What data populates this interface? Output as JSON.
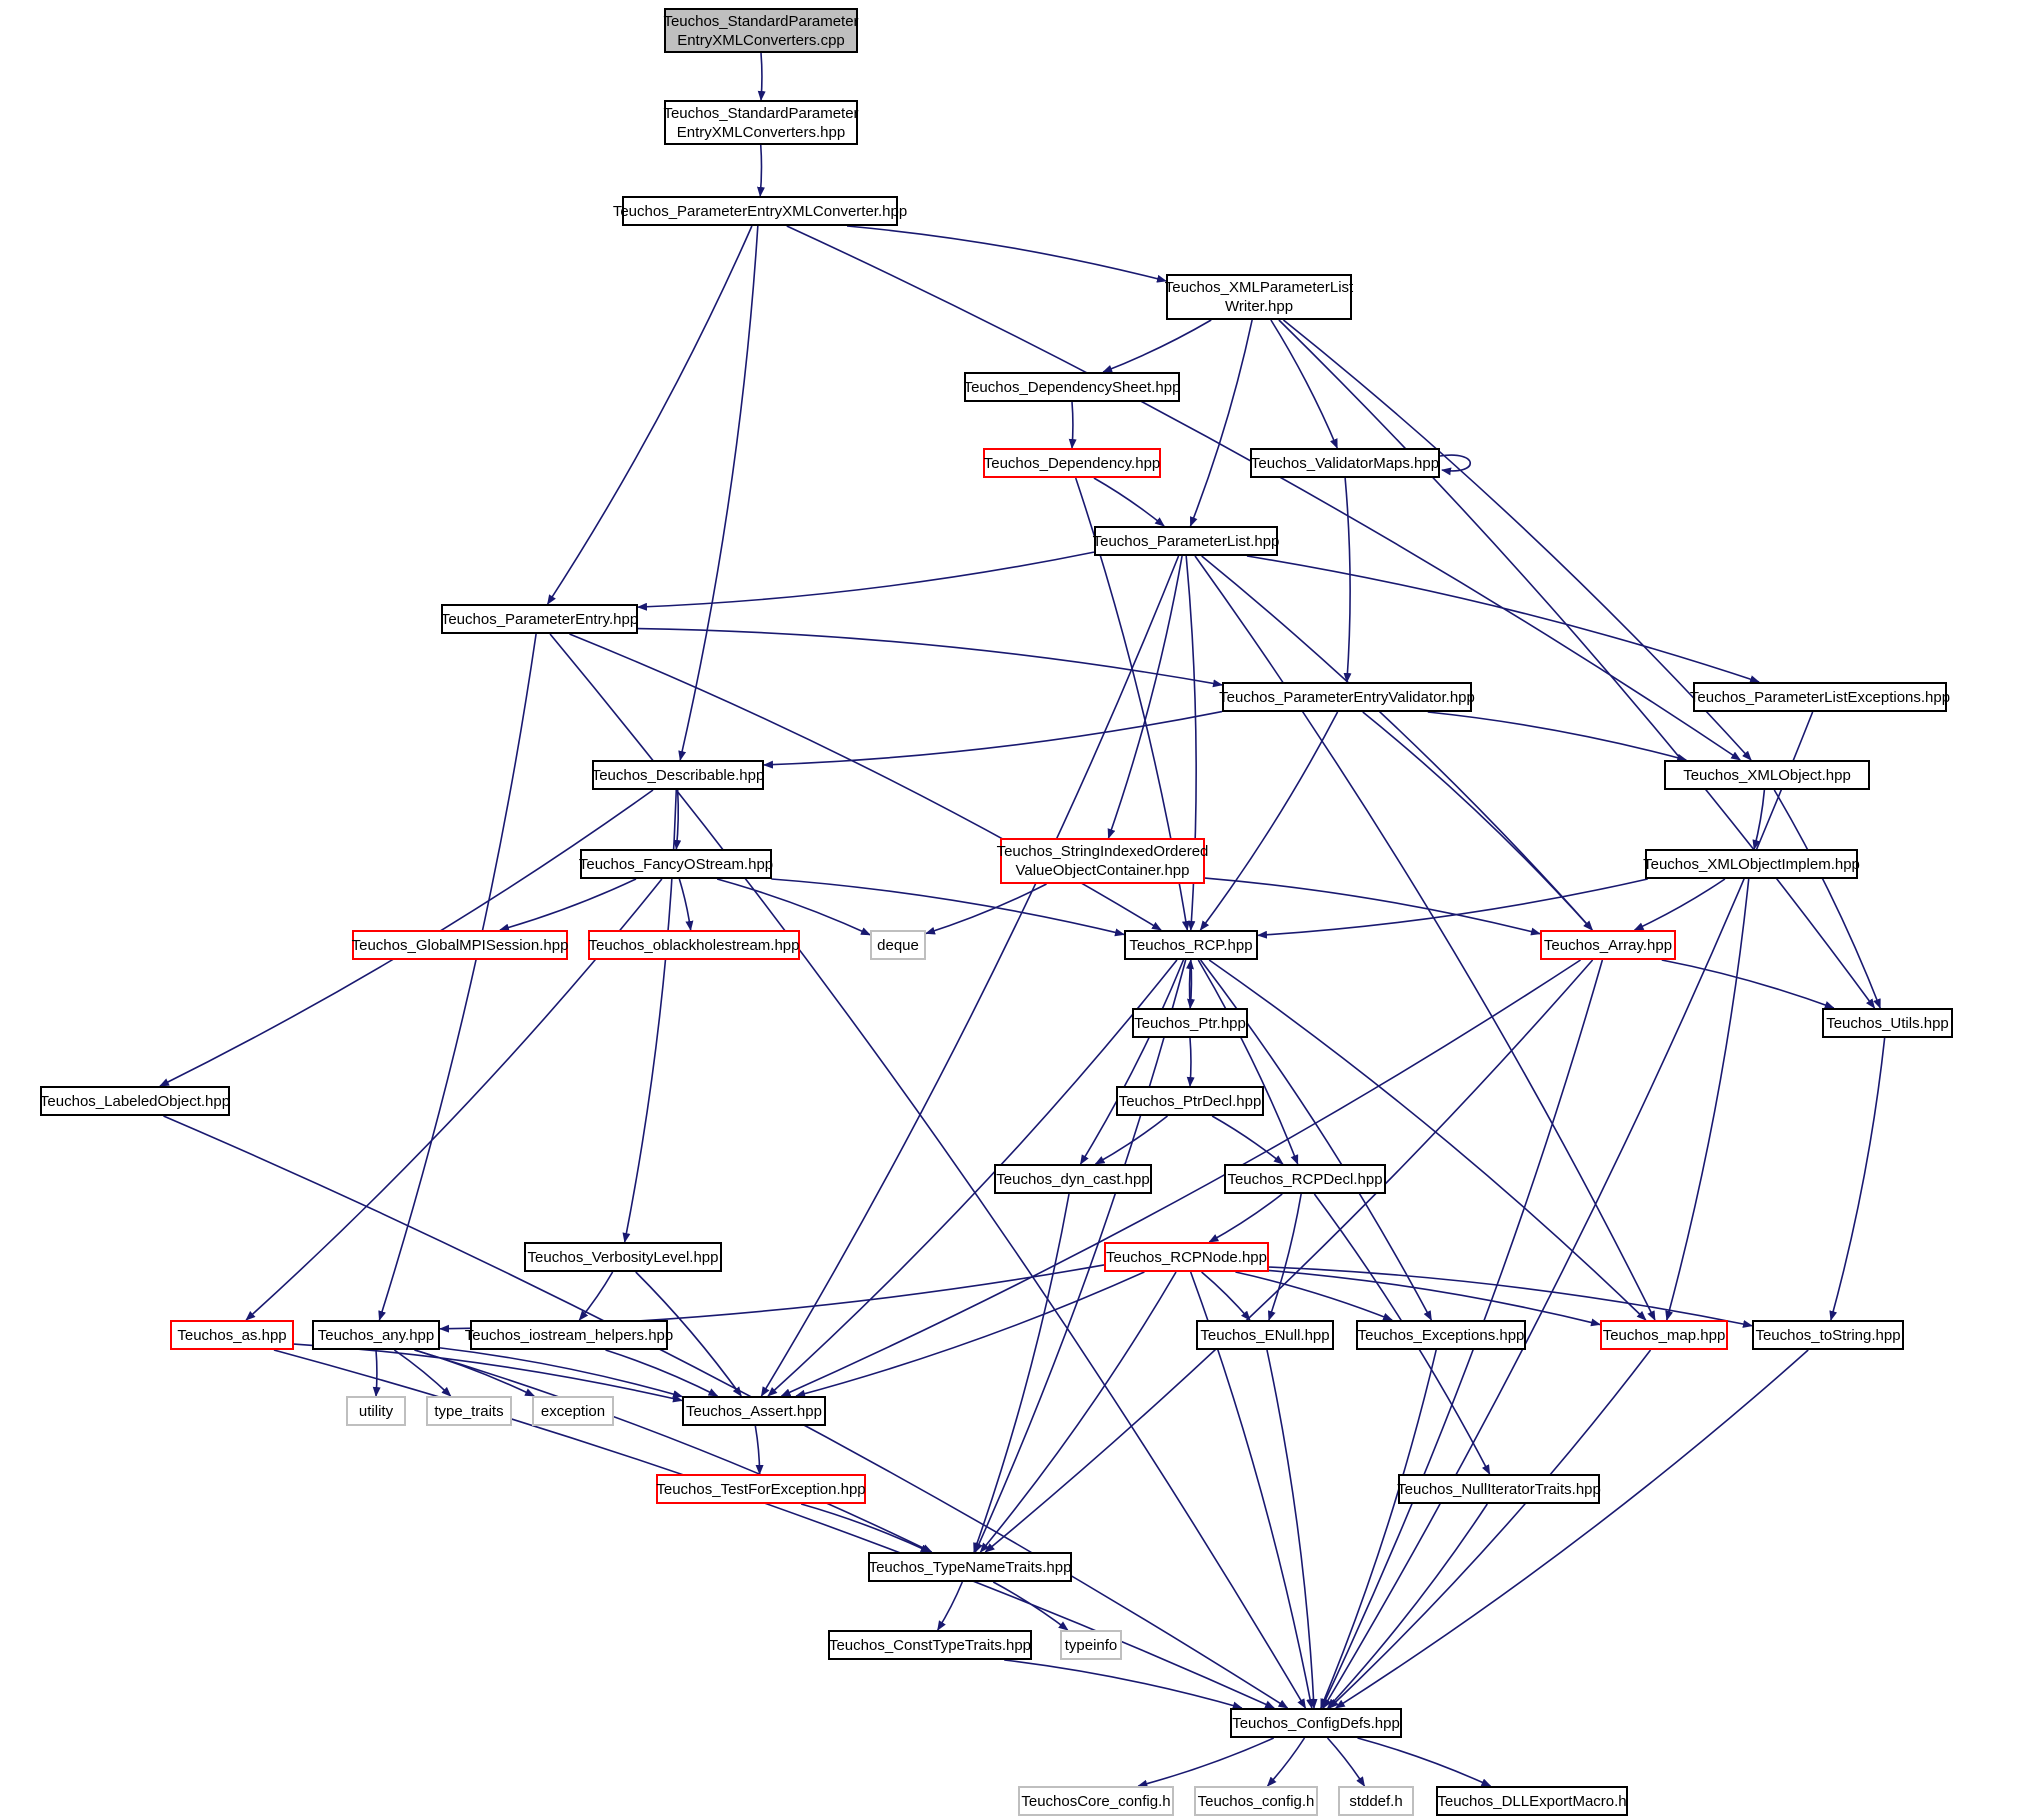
{
  "graph": {
    "nodes": [
      {
        "id": "sp_cpp",
        "label": "Teuchos_StandardParameter\nEntryXMLConverters.cpp",
        "kind": "root"
      },
      {
        "id": "sp_hpp",
        "label": "Teuchos_StandardParameter\nEntryXMLConverters.hpp",
        "kind": "normal"
      },
      {
        "id": "pexc",
        "label": "Teuchos_ParameterEntryXMLConverter.hpp",
        "kind": "normal"
      },
      {
        "id": "xplw",
        "label": "Teuchos_XMLParameterList\nWriter.hpp",
        "kind": "normal"
      },
      {
        "id": "depsheet",
        "label": "Teuchos_DependencySheet.hpp",
        "kind": "normal"
      },
      {
        "id": "dep",
        "label": "Teuchos_Dependency.hpp",
        "kind": "red"
      },
      {
        "id": "valmaps",
        "label": "Teuchos_ValidatorMaps.hpp",
        "kind": "normal"
      },
      {
        "id": "plist",
        "label": "Teuchos_ParameterList.hpp",
        "kind": "normal"
      },
      {
        "id": "pentry",
        "label": "Teuchos_ParameterEntry.hpp",
        "kind": "normal"
      },
      {
        "id": "pev",
        "label": "Teuchos_ParameterEntryValidator.hpp",
        "kind": "normal"
      },
      {
        "id": "plexc",
        "label": "Teuchos_ParameterListExceptions.hpp",
        "kind": "normal"
      },
      {
        "id": "descr",
        "label": "Teuchos_Describable.hpp",
        "kind": "normal"
      },
      {
        "id": "xmlobj",
        "label": "Teuchos_XMLObject.hpp",
        "kind": "normal"
      },
      {
        "id": "fancy",
        "label": "Teuchos_FancyOStream.hpp",
        "kind": "normal"
      },
      {
        "id": "sioc",
        "label": "Teuchos_StringIndexedOrdered\nValueObjectContainer.hpp",
        "kind": "red"
      },
      {
        "id": "xmlimpl",
        "label": "Teuchos_XMLObjectImplem.hpp",
        "kind": "normal"
      },
      {
        "id": "gmpi",
        "label": "Teuchos_GlobalMPISession.hpp",
        "kind": "red"
      },
      {
        "id": "oblack",
        "label": "Teuchos_oblackholestream.hpp",
        "kind": "red"
      },
      {
        "id": "deque",
        "label": "deque",
        "kind": "ext"
      },
      {
        "id": "rcp",
        "label": "Teuchos_RCP.hpp",
        "kind": "normal"
      },
      {
        "id": "array",
        "label": "Teuchos_Array.hpp",
        "kind": "red"
      },
      {
        "id": "ptr",
        "label": "Teuchos_Ptr.hpp",
        "kind": "normal"
      },
      {
        "id": "utils",
        "label": "Teuchos_Utils.hpp",
        "kind": "normal"
      },
      {
        "id": "labeled",
        "label": "Teuchos_LabeledObject.hpp",
        "kind": "normal"
      },
      {
        "id": "ptrdecl",
        "label": "Teuchos_PtrDecl.hpp",
        "kind": "normal"
      },
      {
        "id": "dyncast",
        "label": "Teuchos_dyn_cast.hpp",
        "kind": "normal"
      },
      {
        "id": "rcpdecl",
        "label": "Teuchos_RCPDecl.hpp",
        "kind": "normal"
      },
      {
        "id": "verb",
        "label": "Teuchos_VerbosityLevel.hpp",
        "kind": "normal"
      },
      {
        "id": "rcpnode",
        "label": "Teuchos_RCPNode.hpp",
        "kind": "red"
      },
      {
        "id": "as",
        "label": "Teuchos_as.hpp",
        "kind": "red"
      },
      {
        "id": "any",
        "label": "Teuchos_any.hpp",
        "kind": "normal"
      },
      {
        "id": "iohelp",
        "label": "Teuchos_iostream_helpers.hpp",
        "kind": "normal"
      },
      {
        "id": "enull",
        "label": "Teuchos_ENull.hpp",
        "kind": "normal"
      },
      {
        "id": "except",
        "label": "Teuchos_Exceptions.hpp",
        "kind": "normal"
      },
      {
        "id": "map",
        "label": "Teuchos_map.hpp",
        "kind": "red"
      },
      {
        "id": "tostr",
        "label": "Teuchos_toString.hpp",
        "kind": "normal"
      },
      {
        "id": "utility",
        "label": "utility",
        "kind": "ext"
      },
      {
        "id": "typetraits",
        "label": "type_traits",
        "kind": "ext"
      },
      {
        "id": "exception",
        "label": "exception",
        "kind": "ext"
      },
      {
        "id": "assert",
        "label": "Teuchos_Assert.hpp",
        "kind": "normal"
      },
      {
        "id": "testexc",
        "label": "Teuchos_TestForException.hpp",
        "kind": "red"
      },
      {
        "id": "nullit",
        "label": "Teuchos_NullIteratorTraits.hpp",
        "kind": "normal"
      },
      {
        "id": "tnt",
        "label": "Teuchos_TypeNameTraits.hpp",
        "kind": "normal"
      },
      {
        "id": "ctt",
        "label": "Teuchos_ConstTypeTraits.hpp",
        "kind": "normal"
      },
      {
        "id": "typeinfo",
        "label": "typeinfo",
        "kind": "ext"
      },
      {
        "id": "config",
        "label": "Teuchos_ConfigDefs.hpp",
        "kind": "normal"
      },
      {
        "id": "coreconf",
        "label": "TeuchosCore_config.h",
        "kind": "ext"
      },
      {
        "id": "tconf",
        "label": "Teuchos_config.h",
        "kind": "ext"
      },
      {
        "id": "stddef",
        "label": "stddef.h",
        "kind": "ext"
      },
      {
        "id": "dllexp",
        "label": "Teuchos_DLLExportMacro.h",
        "kind": "normal"
      }
    ],
    "edges": [
      [
        "sp_cpp",
        "sp_hpp"
      ],
      [
        "sp_hpp",
        "pexc"
      ],
      [
        "pexc",
        "xplw"
      ],
      [
        "pexc",
        "pentry"
      ],
      [
        "pexc",
        "descr"
      ],
      [
        "pexc",
        "xmlobj"
      ],
      [
        "xplw",
        "depsheet"
      ],
      [
        "xplw",
        "valmaps"
      ],
      [
        "xplw",
        "plist"
      ],
      [
        "xplw",
        "xmlobj"
      ],
      [
        "xplw",
        "utils"
      ],
      [
        "depsheet",
        "dep"
      ],
      [
        "dep",
        "plist"
      ],
      [
        "dep",
        "rcp"
      ],
      [
        "valmaps",
        "valmaps"
      ],
      [
        "valmaps",
        "pev"
      ],
      [
        "plist",
        "pentry"
      ],
      [
        "plist",
        "plexc"
      ],
      [
        "plist",
        "sioc"
      ],
      [
        "plist",
        "rcp"
      ],
      [
        "plist",
        "array"
      ],
      [
        "plist",
        "map"
      ],
      [
        "plist",
        "assert"
      ],
      [
        "pentry",
        "pev"
      ],
      [
        "pentry",
        "rcp"
      ],
      [
        "pentry",
        "any"
      ],
      [
        "pentry",
        "config"
      ],
      [
        "pev",
        "descr"
      ],
      [
        "pev",
        "xmlobj"
      ],
      [
        "pev",
        "rcp"
      ],
      [
        "pev",
        "array"
      ],
      [
        "plexc",
        "config"
      ],
      [
        "descr",
        "fancy"
      ],
      [
        "descr",
        "labeled"
      ],
      [
        "descr",
        "verb"
      ],
      [
        "xmlobj",
        "xmlimpl"
      ],
      [
        "xmlobj",
        "utils"
      ],
      [
        "fancy",
        "gmpi"
      ],
      [
        "fancy",
        "oblack"
      ],
      [
        "fancy",
        "deque"
      ],
      [
        "fancy",
        "rcp"
      ],
      [
        "fancy",
        "as"
      ],
      [
        "sioc",
        "deque"
      ],
      [
        "sioc",
        "array"
      ],
      [
        "xmlimpl",
        "rcp"
      ],
      [
        "xmlimpl",
        "array"
      ],
      [
        "xmlimpl",
        "map"
      ],
      [
        "rcp",
        "ptr"
      ],
      [
        "rcp",
        "rcpdecl"
      ],
      [
        "rcp",
        "dyncast"
      ],
      [
        "rcp",
        "except"
      ],
      [
        "rcp",
        "map"
      ],
      [
        "rcp",
        "tnt"
      ],
      [
        "rcp",
        "assert"
      ],
      [
        "ptr",
        "rcp"
      ],
      [
        "ptr",
        "ptrdecl"
      ],
      [
        "array",
        "utils"
      ],
      [
        "array",
        "assert"
      ],
      [
        "array",
        "tnt"
      ],
      [
        "array",
        "config"
      ],
      [
        "utils",
        "tostr"
      ],
      [
        "labeled",
        "config"
      ],
      [
        "ptrdecl",
        "dyncast"
      ],
      [
        "ptrdecl",
        "rcpdecl"
      ],
      [
        "dyncast",
        "tnt"
      ],
      [
        "rcpdecl",
        "rcpnode"
      ],
      [
        "rcpdecl",
        "enull"
      ],
      [
        "rcpdecl",
        "nullit"
      ],
      [
        "verb",
        "iohelp"
      ],
      [
        "verb",
        "assert"
      ],
      [
        "rcpnode",
        "any"
      ],
      [
        "rcpnode",
        "enull"
      ],
      [
        "rcpnode",
        "except"
      ],
      [
        "rcpnode",
        "map"
      ],
      [
        "rcpnode",
        "tostr"
      ],
      [
        "rcpnode",
        "assert"
      ],
      [
        "rcpnode",
        "tnt"
      ],
      [
        "rcpnode",
        "config"
      ],
      [
        "as",
        "assert"
      ],
      [
        "as",
        "config"
      ],
      [
        "any",
        "utility"
      ],
      [
        "any",
        "typetraits"
      ],
      [
        "any",
        "exception"
      ],
      [
        "any",
        "assert"
      ],
      [
        "any",
        "tnt"
      ],
      [
        "iohelp",
        "assert"
      ],
      [
        "enull",
        "config"
      ],
      [
        "except",
        "config"
      ],
      [
        "map",
        "config"
      ],
      [
        "tostr",
        "config"
      ],
      [
        "assert",
        "testexc"
      ],
      [
        "testexc",
        "tnt"
      ],
      [
        "nullit",
        "config"
      ],
      [
        "tnt",
        "ctt"
      ],
      [
        "tnt",
        "typeinfo"
      ],
      [
        "ctt",
        "config"
      ],
      [
        "config",
        "coreconf"
      ],
      [
        "config",
        "tconf"
      ],
      [
        "config",
        "stddef"
      ],
      [
        "config",
        "dllexp"
      ]
    ]
  },
  "colors": {
    "edge": "#191970",
    "border": "#000000",
    "red_border": "#ff0000",
    "ext_border": "#bfbfbf",
    "root_fill": "#bfbfbf"
  }
}
